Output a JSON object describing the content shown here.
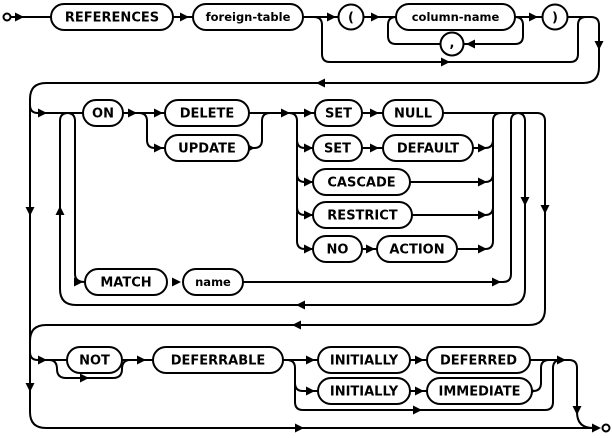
{
  "diagram": {
    "kind": "railroad-syntax-diagram",
    "colors": {
      "stroke": "#000000",
      "background": "#ffffff"
    },
    "labels": {
      "references": "REFERENCES",
      "foreign_table": "foreign-table",
      "open_paren": "(",
      "column_name": "column-name",
      "comma": ",",
      "close_paren": ")",
      "on": "ON",
      "delete": "DELETE",
      "update": "UPDATE",
      "set1": "SET",
      "null1": "NULL",
      "set2": "SET",
      "default1": "DEFAULT",
      "cascade": "CASCADE",
      "restrict": "RESTRICT",
      "no": "NO",
      "action": "ACTION",
      "match": "MATCH",
      "name": "name",
      "not": "NOT",
      "deferrable": "DEFERRABLE",
      "initially1": "INITIALLY",
      "deferred": "DEFERRED",
      "initially2": "INITIALLY",
      "immediate": "IMMEDIATE"
    }
  }
}
